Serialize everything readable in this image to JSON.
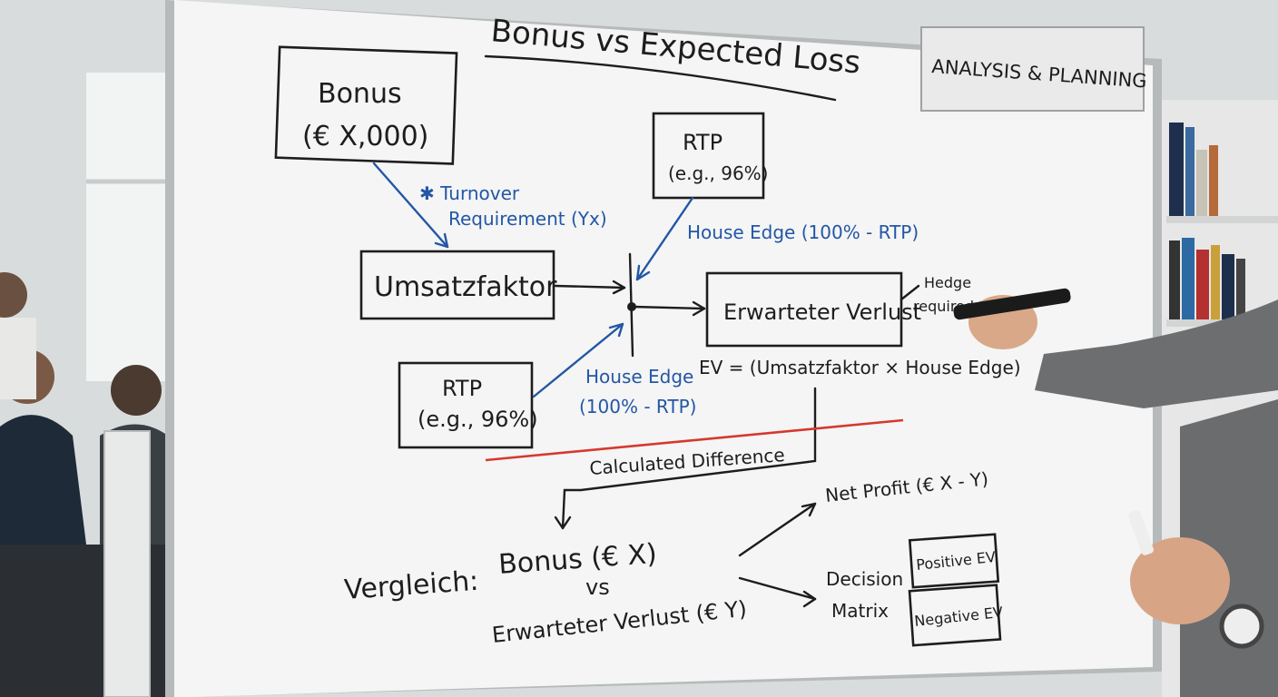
{
  "board": {
    "title": "Bonus vs Expected Loss",
    "sign": "ANALYSIS & PLANNING",
    "bonus_box": {
      "line1": "Bonus",
      "line2": "(€ X,000)"
    },
    "turnover_note": {
      "line1": "✱ Turnover",
      "line2": "Requirement (Yx)"
    },
    "rtp_top": {
      "line1": "RTP",
      "line2": "(e.g., 96%)"
    },
    "house_edge_top": "House Edge (100% - RTP)",
    "umsatzfaktor": "Umsatzfaktor",
    "erwarteter_verlust": "Erwarteter Verlust",
    "hedge": {
      "line1": "Hedge",
      "line2": "required ?"
    },
    "rtp_bottom": {
      "line1": "RTP",
      "line2": "(e.g., 96%)"
    },
    "house_edge_bottom": {
      "line1": "House Edge",
      "line2": "(100% - RTP)"
    },
    "ev_formula": "EV = (Umsatzfaktor × House Edge)",
    "calculated_difference": "Calculated Difference",
    "vergleich": {
      "label": "Vergleich:",
      "bonus": "Bonus (€ X)",
      "vs": "vs",
      "loss": "Erwarteter Verlust (€ Y)"
    },
    "net_profit": "Net Profit (€ X - Y)",
    "decision": {
      "line1": "Decision",
      "line2": "Matrix"
    },
    "positive_ev": "Positive EV",
    "negative_ev": "Negative EV"
  },
  "colors": {
    "ink": "#1d1d1d",
    "blue_ink": "#2456a6",
    "red_ink": "#d6382f"
  }
}
